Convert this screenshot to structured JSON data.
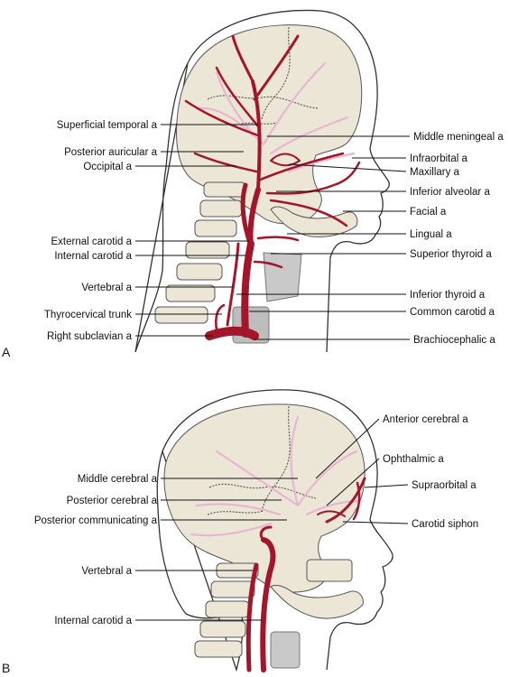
{
  "panel_a": {
    "letter": "A",
    "labels_left": [
      "Superficial temporal a",
      "Posterior auricular a",
      "Occipital a",
      "External carotid a",
      "Internal carotid a",
      "Vertebral a",
      "Thyrocervical trunk",
      "Right subclavian a"
    ],
    "labels_right": [
      "Middle meningeal a",
      "Infraorbital a",
      "Maxillary a",
      "Inferior alveolar a",
      "Facial a",
      "Lingual a",
      "Superior thyroid a",
      "Inferior thyroid a",
      "Common carotid a",
      "Brachiocephalic a"
    ]
  },
  "panel_b": {
    "letter": "B",
    "labels_left": [
      "Middle cerebral a",
      "Posterior cerebral a",
      "Posterior communicating a",
      "Vertebral a",
      "Internal carotid a"
    ],
    "labels_right": [
      "Anterior cerebral a",
      "Ophthalmic a",
      "Supraorbital a",
      "Carotid siphon"
    ]
  },
  "colors": {
    "artery": "#a3152a",
    "brain_artery": "#e8b6d2",
    "bone": "#ece6d6"
  }
}
